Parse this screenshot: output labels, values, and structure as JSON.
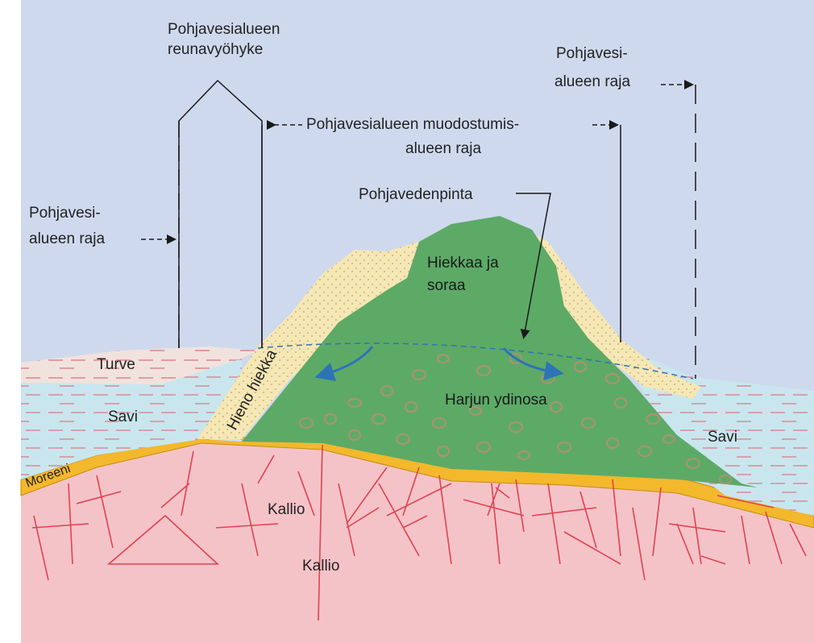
{
  "labels": {
    "reunavyohyke_line1": "Pohjavesialueen",
    "reunavyohyke_line2": "reunavyöhyke",
    "raja_right_line1": "Pohjavesi-",
    "raja_right_line2": "alueen raja",
    "muodostumis_line1": "Pohjavesialueen muodostumis-",
    "muodostumis_line2": "alueen raja",
    "pohjavedenpinta": "Pohjavedenpinta",
    "raja_left_line1": "Pohjavesi-",
    "raja_left_line2": "alueen raja",
    "hiekkaa_line1": "Hiekkaa ja",
    "hiekkaa_line2": "soraa",
    "turve": "Turve",
    "savi_left": "Savi",
    "hieno_hiekka": "Hieno hiekka",
    "harjun_ydinosa": "Harjun ydinosa",
    "savi_right": "Savi",
    "moreeni": "Moreeni",
    "kallio_upper": "Kallio",
    "kallio_lower": "Kallio"
  },
  "colors": {
    "sky": "#cfd9ee",
    "bedrock": "#f4c3c8",
    "bedrock_cracks": "#e0424f",
    "moraine": "#f3b82c",
    "clay": "#c9e6ee",
    "peat": "#f1e2dd",
    "fine_sand": "#f5e7b6",
    "gravel": "#5daa67",
    "water_arrow": "#2d73b6"
  }
}
